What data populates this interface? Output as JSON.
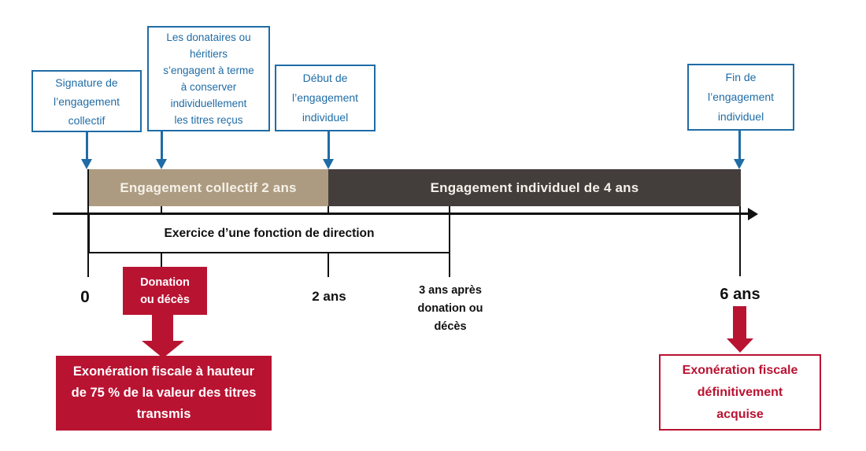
{
  "colors": {
    "blue": "#1F6CA6",
    "red": "#B91332",
    "tan": "#AD9B81",
    "dark_gray": "#433D3C",
    "black": "#111111"
  },
  "annotations": {
    "signature": {
      "lines": [
        "Signature de",
        "l’engagement",
        "collectif"
      ]
    },
    "donataires": {
      "lines": [
        "Les donataires ou",
        "héritiers",
        "s’engagent à terme",
        "à conserver",
        "individuellement",
        "les titres reçus"
      ]
    },
    "debut": {
      "lines": [
        "Début de",
        "l’engagement",
        "individuel"
      ]
    },
    "fin": {
      "lines": [
        "Fin de",
        "l’engagement",
        "individuel"
      ]
    }
  },
  "timeline": {
    "bar_collectif": "Engagement collectif 2 ans",
    "bar_individuel": "Engagement individuel de 4 ans",
    "function_box": "Exercice d’une fonction de direction",
    "tick_labels": {
      "start": "0",
      "two_years": "2 ans",
      "three_years": {
        "lines": [
          "3 ans après",
          "donation ou",
          "décès"
        ]
      },
      "six_years": "6 ans"
    }
  },
  "events": {
    "donation": {
      "lines": [
        "Donation",
        "ou décès"
      ]
    },
    "exoneration_75": {
      "lines": [
        "Exonération fiscale à hauteur",
        "de 75 % de la valeur des titres",
        "transmis"
      ]
    },
    "exoneration_definitive": {
      "lines": [
        "Exonération fiscale",
        "définitivement",
        "acquise"
      ]
    }
  }
}
